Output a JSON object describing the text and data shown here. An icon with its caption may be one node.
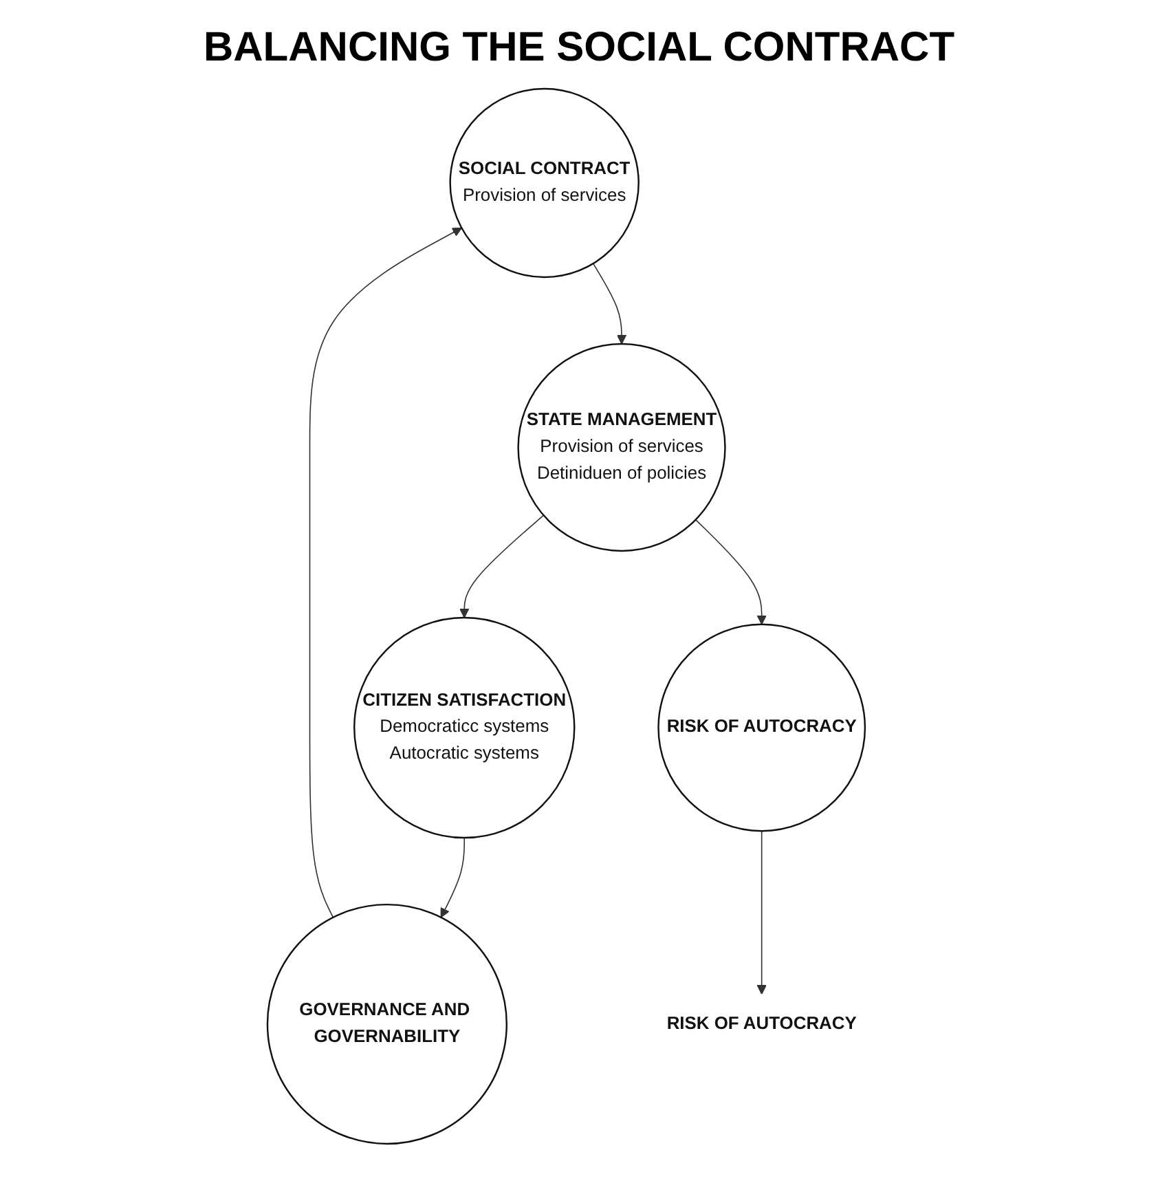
{
  "diagram": {
    "title": "BALANCING THE SOCIAL CONTRACT",
    "nodes": [
      {
        "text": [
          "SOCIAL CONTRACT",
          "Provision of services"
        ]
      },
      {
        "text": [
          "STATE MANAGEMENT",
          "Provision of services",
          "Detiniduen of policies"
        ]
      },
      {
        "text": [
          "CITIZEN SATISFACTION",
          "Democraticc systems",
          "Autocratic systems"
        ]
      },
      {
        "text": [
          "GOVERNANCE AND GOVERNABILITY"
        ]
      },
      {
        "text": [
          "RISK OF AUTOCRACY"
        ]
      },
      {
        "text": [
          "RISK OF AUTOCRACY"
        ]
      }
    ],
    "edges": [
      {
        "from": 0,
        "to": 1,
        "arrow": "to"
      },
      {
        "from": 1,
        "to": 2,
        "arrow": "to"
      },
      {
        "from": 2,
        "to": 3,
        "arrow": "to"
      },
      {
        "from": 3,
        "to": 0,
        "arrow": "to"
      },
      {
        "from": 1,
        "to": 4,
        "arrow": "to"
      },
      {
        "from": 4,
        "to": 5,
        "arrow": "to"
      }
    ]
  }
}
